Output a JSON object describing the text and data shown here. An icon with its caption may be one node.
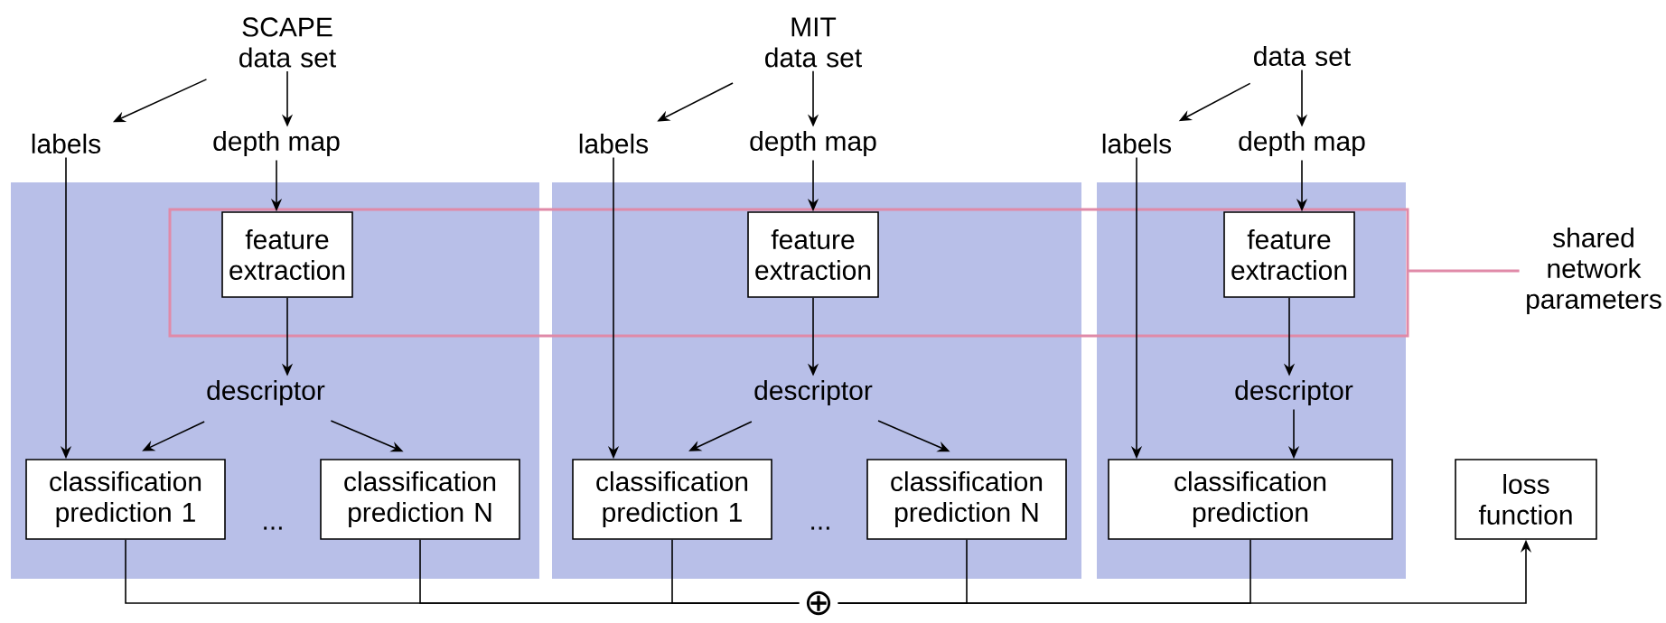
{
  "diagram": {
    "nodes": [
      {
        "text": [
          "SCAPE data set"
        ]
      },
      {
        "text": [
          "MIT data set"
        ]
      },
      {
        "text": [
          "data set"
        ]
      },
      {
        "text": [
          "labels"
        ]
      },
      {
        "text": [
          "depth map"
        ]
      },
      {
        "text": [
          "labels"
        ]
      },
      {
        "text": [
          "depth map"
        ]
      },
      {
        "text": [
          "labels"
        ]
      },
      {
        "text": [
          "depth map"
        ]
      },
      {
        "text": [
          "feature extraction"
        ]
      },
      {
        "text": [
          "feature extraction"
        ]
      },
      {
        "text": [
          "feature extraction"
        ]
      },
      {
        "text": [
          "shared network parameters"
        ]
      },
      {
        "text": [
          "descriptor"
        ]
      },
      {
        "text": [
          "descriptor"
        ]
      },
      {
        "text": [
          "descriptor"
        ]
      },
      {
        "text": [
          "classification prediction 1"
        ]
      },
      {
        "text": [
          "classification prediction N"
        ]
      },
      {
        "text": [
          "classification prediction 1"
        ]
      },
      {
        "text": [
          "classification prediction N"
        ]
      },
      {
        "text": [
          "classification prediction"
        ]
      },
      {
        "text": [
          "loss function"
        ]
      },
      {
        "text": [
          "⊕"
        ]
      }
    ],
    "edges": [
      {
        "from": 0,
        "to": 3,
        "arrow": "to"
      },
      {
        "from": 0,
        "to": 4,
        "arrow": "to"
      },
      {
        "from": 1,
        "to": 5,
        "arrow": "to"
      },
      {
        "from": 1,
        "to": 6,
        "arrow": "to"
      },
      {
        "from": 2,
        "to": 7,
        "arrow": "to"
      },
      {
        "from": 2,
        "to": 8,
        "arrow": "to"
      },
      {
        "from": 4,
        "to": 9,
        "arrow": "to"
      },
      {
        "from": 6,
        "to": 10,
        "arrow": "to"
      },
      {
        "from": 8,
        "to": 11,
        "arrow": "to"
      },
      {
        "from": 9,
        "to": 13,
        "arrow": "to"
      },
      {
        "from": 10,
        "to": 14,
        "arrow": "to"
      },
      {
        "from": 11,
        "to": 15,
        "arrow": "to"
      },
      {
        "from": 3,
        "to": 16,
        "arrow": "to"
      },
      {
        "from": 5,
        "to": 18,
        "arrow": "to"
      },
      {
        "from": 7,
        "to": 20,
        "arrow": "to"
      },
      {
        "from": 13,
        "to": 16,
        "arrow": "to"
      },
      {
        "from": 13,
        "to": 17,
        "arrow": "to"
      },
      {
        "from": 14,
        "to": 18,
        "arrow": "to"
      },
      {
        "from": 14,
        "to": 19,
        "arrow": "to"
      },
      {
        "from": 15,
        "to": 20,
        "arrow": "to"
      },
      {
        "from": 16,
        "to": 22,
        "arrow": "none"
      },
      {
        "from": 17,
        "to": 22,
        "arrow": "none"
      },
      {
        "from": 18,
        "to": 22,
        "arrow": "none"
      },
      {
        "from": 19,
        "to": 22,
        "arrow": "none"
      },
      {
        "from": 20,
        "to": 22,
        "arrow": "none"
      },
      {
        "from": 22,
        "to": 21,
        "arrow": "to"
      },
      {
        "from": 12,
        "to": null,
        "arrow": "none",
        "color": "#e08aa8"
      }
    ],
    "labels": [
      "...",
      "..."
    ]
  }
}
